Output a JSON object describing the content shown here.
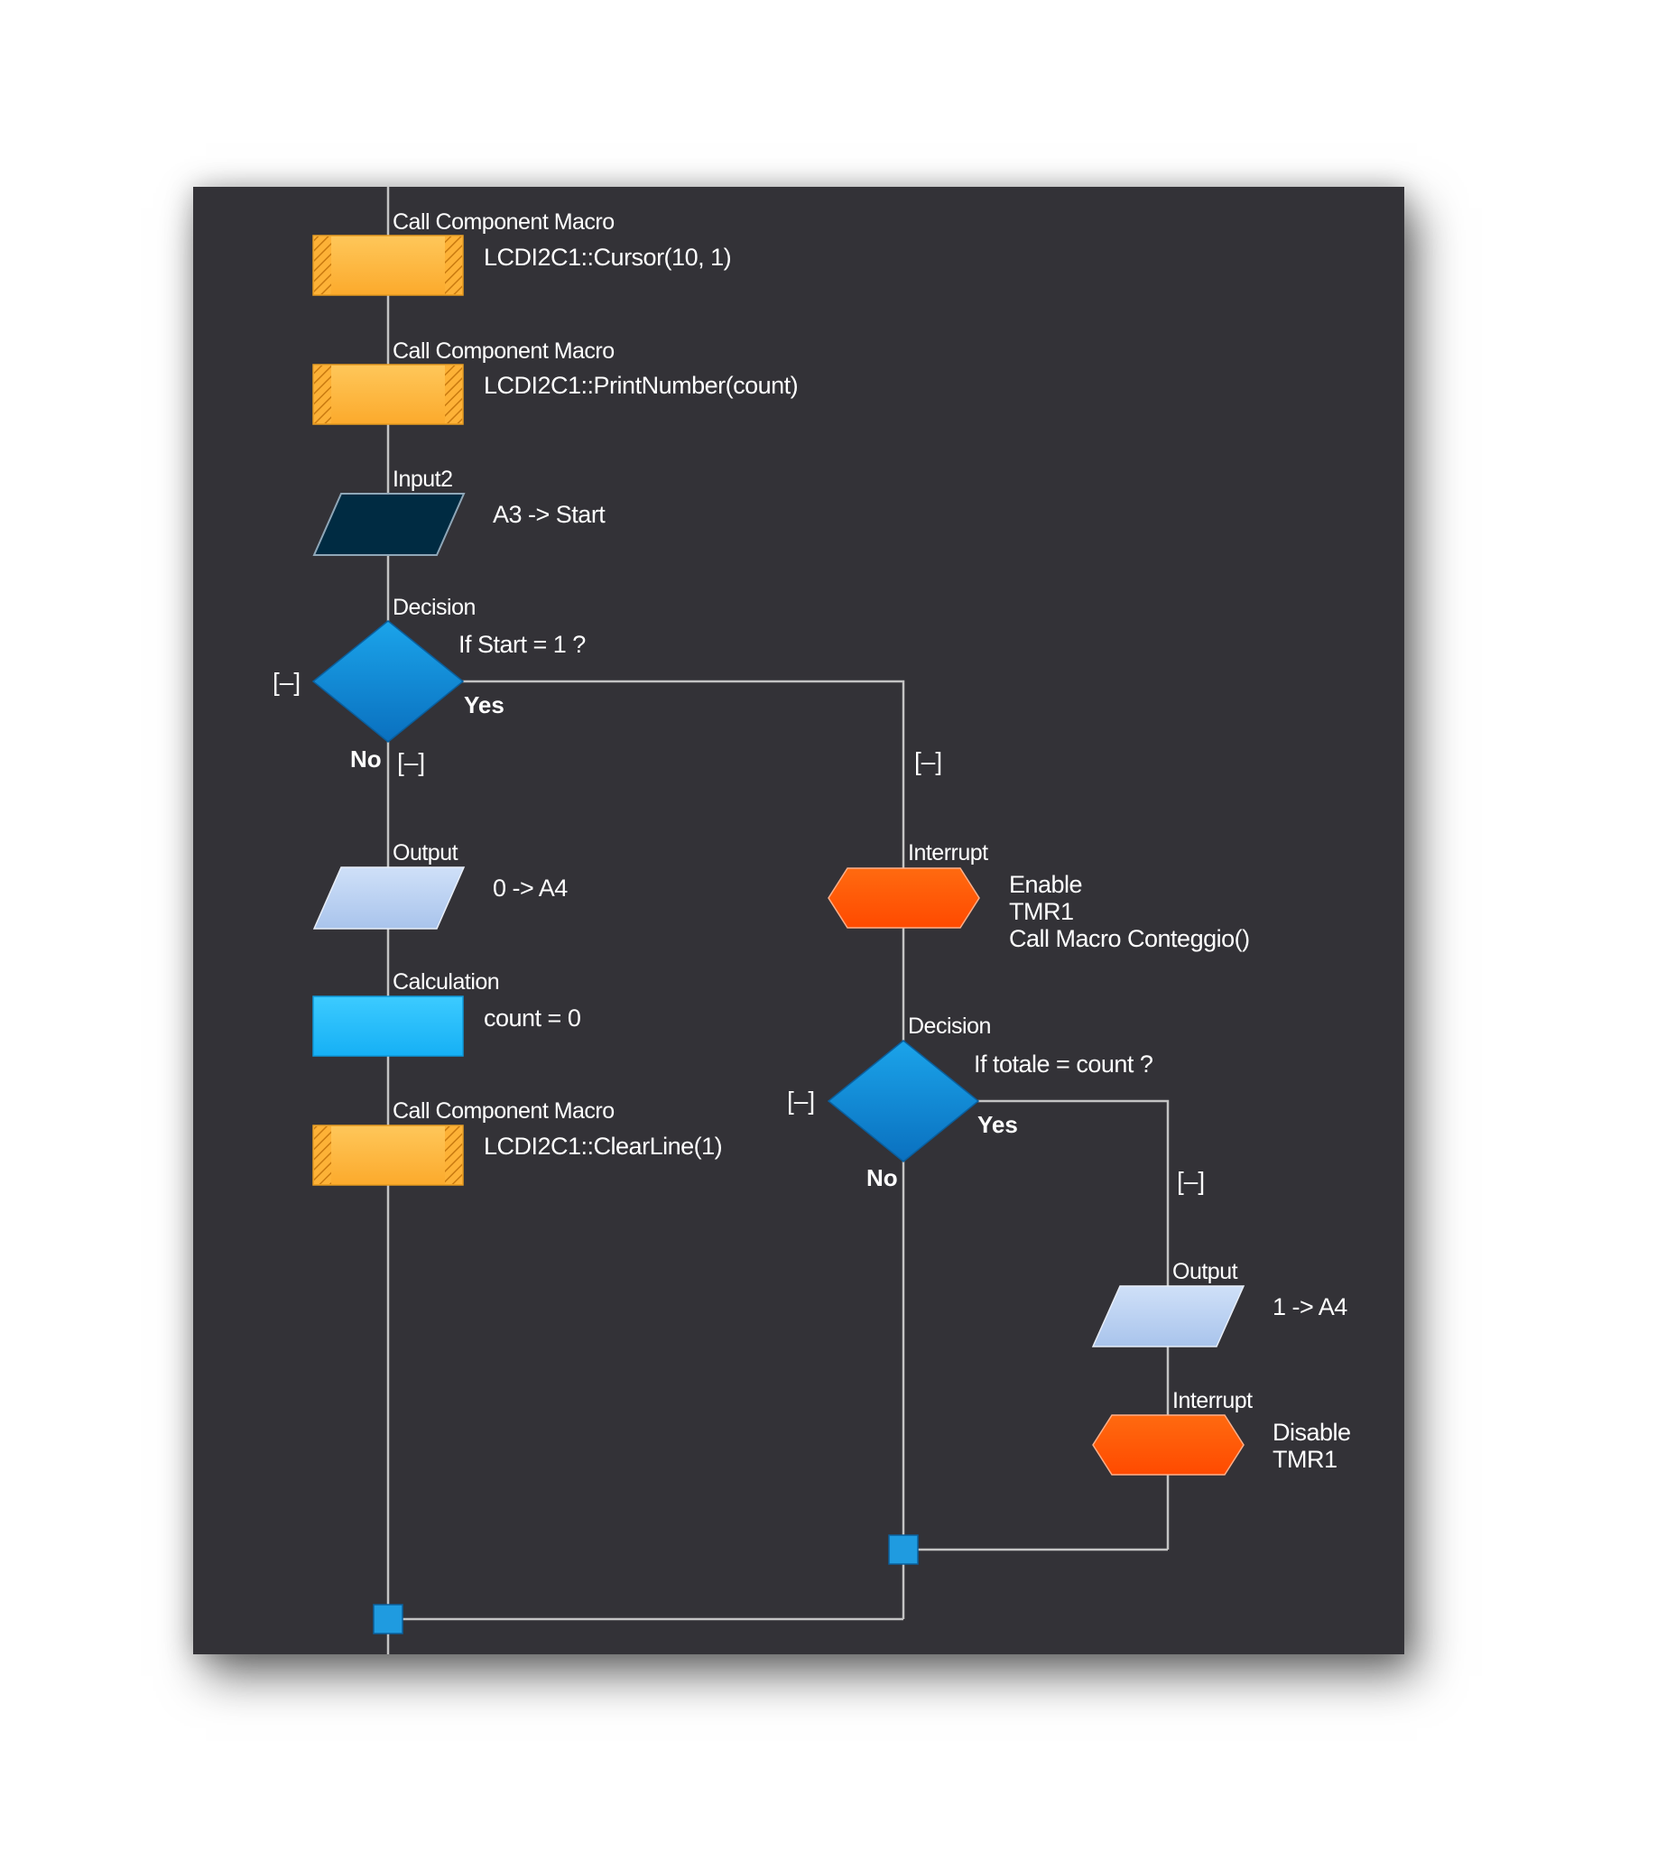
{
  "collapse_marker": "[–]",
  "colors": {
    "background": "#333237",
    "macro": "#fdb237",
    "io_input": "#002b42",
    "io_output": "#bcd3f3",
    "calculation": "#29bcfd",
    "interrupt": "#ff5b06",
    "decision": "#0f8ad5",
    "connector": "#1f9be0",
    "text": "#ffffff",
    "wire": "#c4c4c4"
  },
  "nodes": {
    "call1": {
      "title": "Call Component Macro",
      "text": "LCDI2C1::Cursor(10, 1)",
      "icon": "component-macro-icon"
    },
    "call2": {
      "title": "Call Component Macro",
      "text": "LCDI2C1::PrintNumber(count)",
      "icon": "component-macro-icon"
    },
    "input2": {
      "title": "Input2",
      "text": "A3 -> Start",
      "icon": "input-icon"
    },
    "decision1": {
      "title": "Decision",
      "condition": "If Start = 1 ?",
      "yes": "Yes",
      "no": "No",
      "icon": "decision-icon"
    },
    "output1": {
      "title": "Output",
      "text": "0 -> A4",
      "icon": "output-icon"
    },
    "calc1": {
      "title": "Calculation",
      "text": "count = 0",
      "icon": "calculation-icon"
    },
    "call3": {
      "title": "Call Component Macro",
      "text": "LCDI2C1::ClearLine(1)",
      "icon": "component-macro-icon"
    },
    "interrupt1": {
      "title": "Interrupt",
      "line1": "Enable",
      "line2": "TMR1",
      "line3": "Call Macro Conteggio()",
      "icon": "interrupt-icon"
    },
    "decision2": {
      "title": "Decision",
      "condition": "If totale = count ?",
      "yes": "Yes",
      "no": "No",
      "icon": "decision-icon"
    },
    "output2": {
      "title": "Output",
      "text": "1 -> A4",
      "icon": "output-icon"
    },
    "interrupt2": {
      "title": "Interrupt",
      "line1": "Disable",
      "line2": "TMR1",
      "icon": "interrupt-icon"
    }
  }
}
